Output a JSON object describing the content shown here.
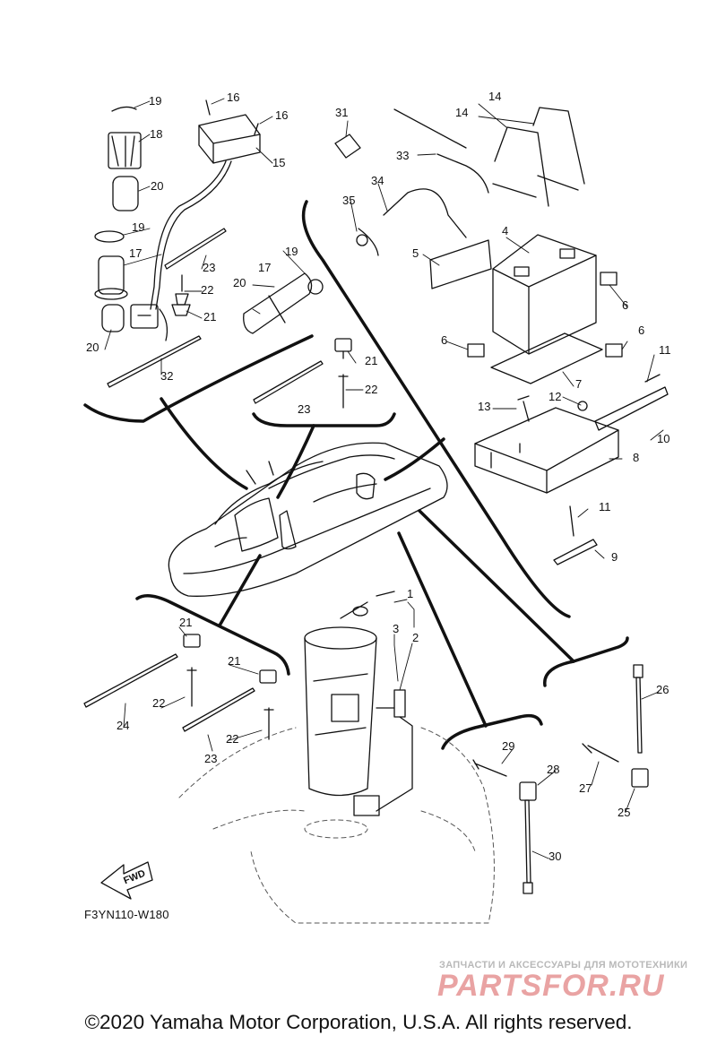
{
  "diagram": {
    "callouts": [
      "1",
      "2",
      "3",
      "4",
      "5",
      "6",
      "7",
      "8",
      "9",
      "10",
      "11",
      "12",
      "13",
      "14",
      "15",
      "16",
      "17",
      "18",
      "19",
      "20",
      "21",
      "22",
      "23",
      "24",
      "25",
      "26",
      "27",
      "28",
      "29",
      "30",
      "31",
      "32",
      "33",
      "34",
      "35"
    ],
    "fwd_label": "FWD",
    "drawing_code": "F3YN110-W180"
  },
  "watermark": {
    "tagline": "ЗАПЧАСТИ И АКСЕССУАРЫ ДЛЯ МОТОТЕХНИКИ",
    "brand": "PARTSFOR.RU"
  },
  "footer": {
    "copyright": "©2020 Yamaha Motor Corporation, U.S.A. All rights reserved."
  }
}
